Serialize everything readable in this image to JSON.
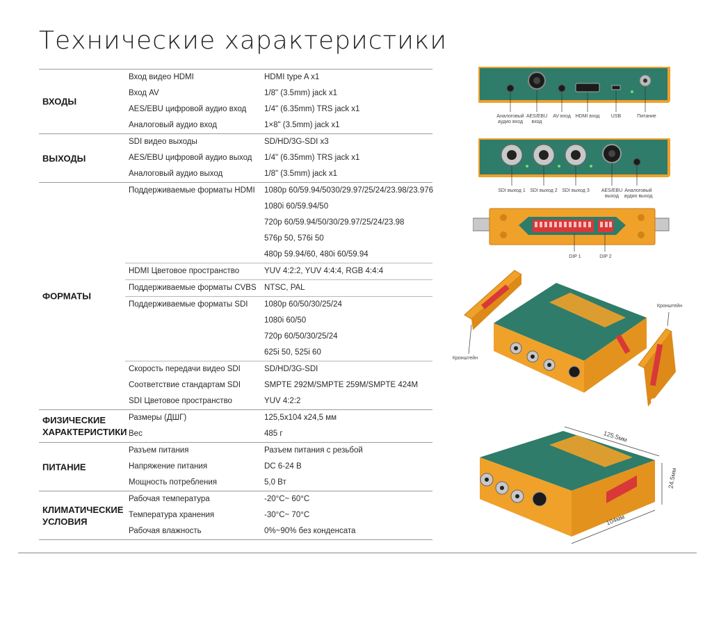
{
  "page": {
    "title": "Технические характеристики"
  },
  "spec_groups": [
    {
      "label": "ВХОДЫ",
      "rows": [
        {
          "key": "Вход видео HDMI",
          "values": [
            "HDMI type A x1"
          ]
        },
        {
          "key": "Вход AV",
          "values": [
            "1/8\" (3.5mm) jack x1"
          ]
        },
        {
          "key": "AES/EBU цифровой аудио вход",
          "values": [
            "1/4\" (6.35mm) TRS jack x1"
          ]
        },
        {
          "key": "Аналоговый аудио вход",
          "values": [
            "1×8\" (3.5mm) jack x1"
          ]
        }
      ]
    },
    {
      "label": "ВЫХОДЫ",
      "rows": [
        {
          "key": "SDI видео выходы",
          "values": [
            "SD/HD/3G-SDI x3"
          ]
        },
        {
          "key": "AES/EBU цифровой аудио выход",
          "values": [
            "1/4\" (6.35mm) TRS jack x1"
          ]
        },
        {
          "key": "Аналоговый аудио выход",
          "values": [
            "1/8\" (3.5mm) jack x1"
          ]
        }
      ]
    },
    {
      "label": "ФОРМАТЫ",
      "rows": [
        {
          "key": "Поддерживаемые форматы HDMI",
          "values": [
            "1080p 60/59.94/5030/29.97/25/24/23.98/23.976",
            "1080i 60/59.94/50",
            "720p 60/59.94/50/30/29.97/25/24/23.98",
            "576p 50, 576i 50",
            "480p 59.94/60, 480i 60/59.94"
          ]
        },
        {
          "key": "HDMI Цветовое пространство",
          "values": [
            "YUV 4:2:2, YUV 4:4:4, RGB 4:4:4"
          ],
          "sep": true
        },
        {
          "key": "Поддерживаемые форматы CVBS",
          "values": [
            "NTSC, PAL"
          ],
          "sep": true
        },
        {
          "key": "Поддерживаемые форматы SDI",
          "values": [
            "1080p 60/50/30/25/24",
            "1080i 60/50",
            "720p 60/50/30/25/24",
            "625i 50, 525i 60"
          ],
          "sep": true
        },
        {
          "key": "Скорость передачи видео SDI",
          "values": [
            "SD/HD/3G-SDI"
          ],
          "sep": true
        },
        {
          "key": "Соответствие стандартам SDI",
          "values": [
            "SMPTE 292M/SMPTE 259M/SMPTE 424M"
          ]
        },
        {
          "key": "SDI Цветовое пространство",
          "values": [
            "YUV 4:2:2"
          ]
        }
      ]
    },
    {
      "label": "ФИЗИЧЕСКИЕ ХАРАКТЕРИСТИКИ",
      "rows": [
        {
          "key": "Размеры (ДШГ)",
          "values": [
            "125,5x104 x24,5 мм"
          ]
        },
        {
          "key": "Вес",
          "values": [
            "485 г"
          ]
        }
      ]
    },
    {
      "label": "ПИТАНИЕ",
      "rows": [
        {
          "key": "Разъем питания",
          "values": [
            " Разъем питания с резьбой"
          ]
        },
        {
          "key": "Напряжение питания",
          "values": [
            "DC 6-24 В"
          ]
        },
        {
          "key": "Мощность потребления",
          "values": [
            "5,0 Вт"
          ]
        }
      ]
    },
    {
      "label": "КЛИМАТИЧЕСКИЕ УСЛОВИЯ",
      "rows": [
        {
          "key": "Рабочая температура",
          "values": [
            "-20°C~ 60°C"
          ]
        },
        {
          "key": "Температура хранения",
          "values": [
            "-30°C~ 70°C"
          ]
        },
        {
          "key": "Рабочая влажность",
          "values": [
            "0%~90% без конденсата"
          ]
        }
      ]
    }
  ],
  "fig_front": {
    "labels": [
      "Аналоговый аудио вход",
      "AES/EBU вход",
      "AV вход",
      "HDMI вход",
      "USB",
      "Питание"
    ]
  },
  "fig_back": {
    "labels": [
      "SDI выход 1",
      "SDI выход 2",
      "SDI выход 3",
      "AES/EBU выход",
      "Аналоговый аудио выход"
    ]
  },
  "fig_dip": {
    "labels": [
      "DIP 1",
      "DIP 2"
    ]
  },
  "fig_bracket": {
    "left": "Кронштейн",
    "right": "Кронштейн"
  },
  "fig_dims": {
    "length": "125.5мм",
    "height": "24.5мм",
    "width": "104мм"
  },
  "colors": {
    "teal": "#2f7c6a",
    "orange": "#f0a12a",
    "red": "#d93838"
  }
}
